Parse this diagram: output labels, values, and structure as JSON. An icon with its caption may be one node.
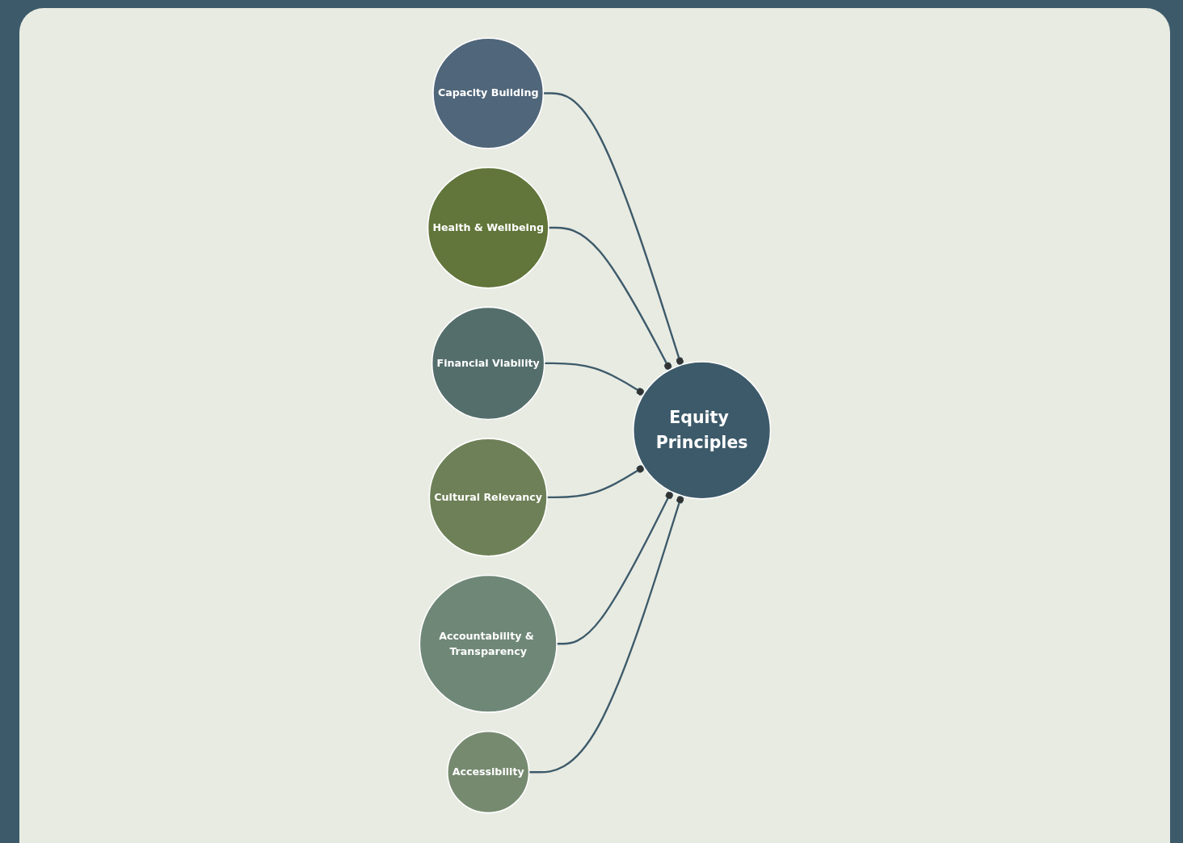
{
  "diagram": {
    "nodes": [
      {
        "text": [
          "Capacity Building"
        ]
      },
      {
        "text": [
          "Health & Wellbeing"
        ]
      },
      {
        "text": [
          "Financial Viability"
        ]
      },
      {
        "text": [
          "Equity Principles"
        ]
      },
      {
        "text": [
          "Cultural Relevancy"
        ]
      },
      {
        "text": [
          "Accountability & Transparency"
        ]
      },
      {
        "text": [
          "Accessibility"
        ]
      }
    ],
    "edges": [
      {
        "from": 0,
        "to": 3,
        "arrow": "other"
      },
      {
        "from": 1,
        "to": 3,
        "arrow": "other"
      },
      {
        "from": 2,
        "to": 3,
        "arrow": "other"
      },
      {
        "from": 4,
        "to": 3,
        "arrow": "other"
      },
      {
        "from": 5,
        "to": 3,
        "arrow": "other"
      },
      {
        "from": 6,
        "to": 3,
        "arrow": "other"
      }
    ]
  }
}
